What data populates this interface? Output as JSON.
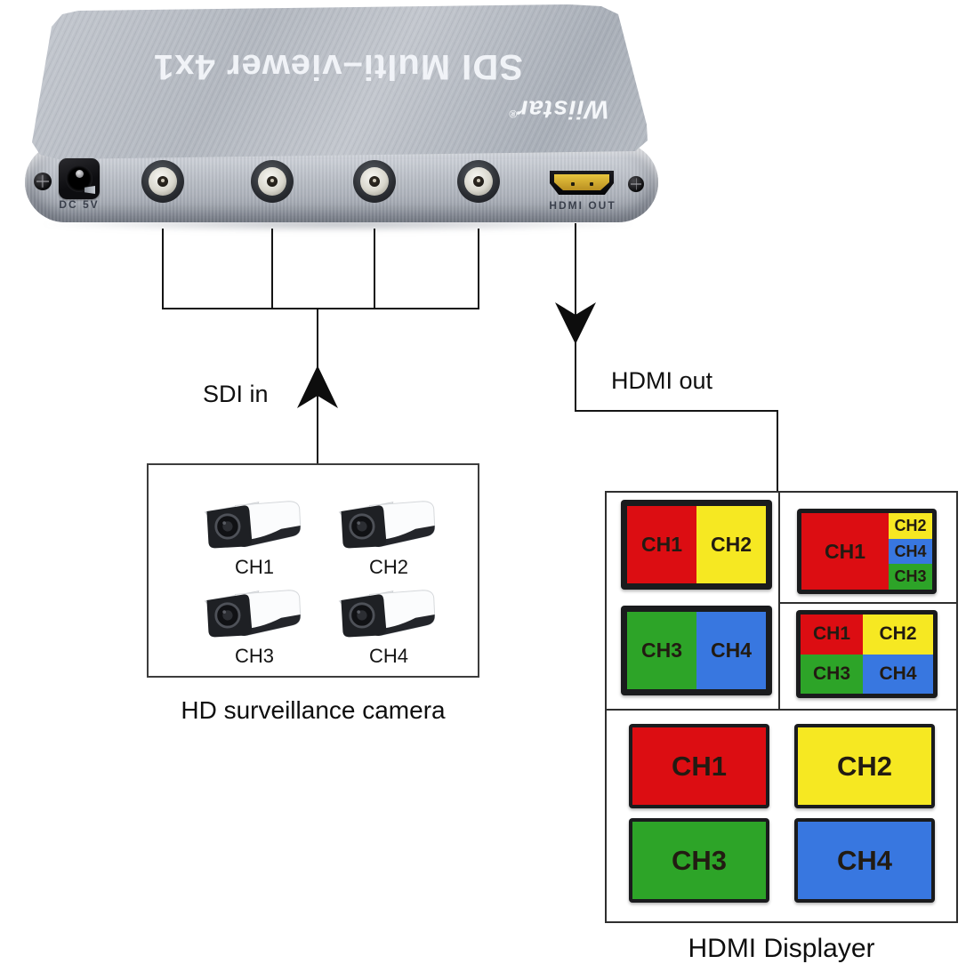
{
  "device": {
    "title": "SDI Multi–viewer 4x1",
    "brand": "Wiistar",
    "brand_reg": "®",
    "ports": {
      "dc_label": "DC 5V",
      "hdmi_label": "HDMI OUT"
    }
  },
  "connections": {
    "sdi_in_label": "SDI in",
    "hdmi_out_label": "HDMI out"
  },
  "camera_box": {
    "caption": "HD surveillance camera",
    "cameras": [
      {
        "label": "CH1"
      },
      {
        "label": "CH2"
      },
      {
        "label": "CH3"
      },
      {
        "label": "CH4"
      }
    ]
  },
  "displayer": {
    "caption": "HDMI Displayer",
    "colors": {
      "ch1": "#dc0d12",
      "ch2": "#f6e822",
      "ch3": "#2da428",
      "ch4": "#3877e0"
    },
    "layouts": {
      "dual_top": [
        "CH1",
        "CH2"
      ],
      "dual_bottom": [
        "CH3",
        "CH4"
      ],
      "pip_main": "CH1",
      "pip_side": [
        "CH2",
        "CH4",
        "CH3"
      ],
      "quad": [
        "CH1",
        "CH2",
        "CH3",
        "CH4"
      ],
      "full": [
        "CH1",
        "CH2",
        "CH3",
        "CH4"
      ]
    }
  }
}
